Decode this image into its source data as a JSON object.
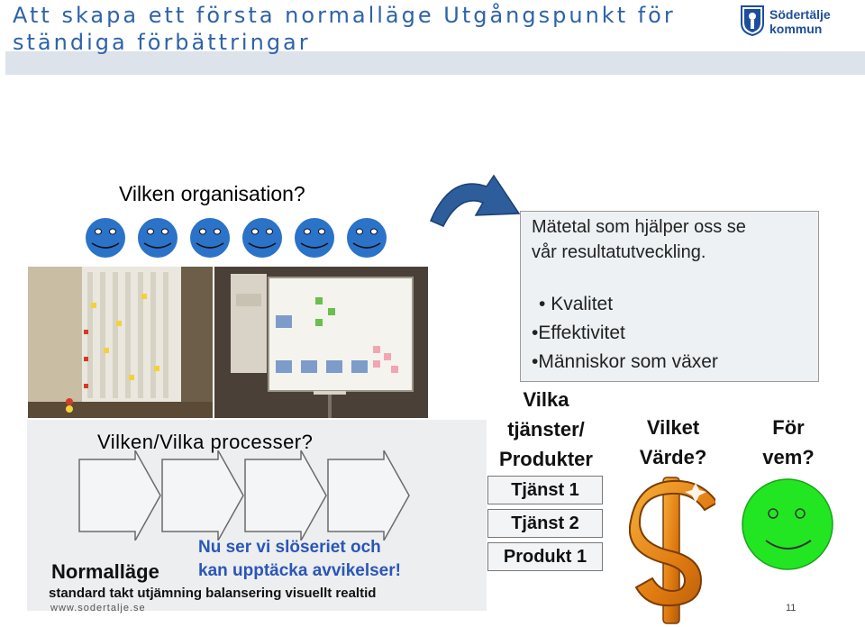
{
  "header": {
    "title": "Att skapa ett första normalläge  Utgångspunkt för ständiga förbättringar",
    "logo_line1": "Södertälje",
    "logo_line2": "kommun"
  },
  "left": {
    "organisation_question": "Vilken organisation?",
    "process_question": "Vilken/Vilka processer?",
    "waste_line1": "Nu ser vi slöseriet och",
    "waste_line2": "kan upptäcka avvikelser!",
    "normal_label": "Normalläge",
    "standard_text": "standard takt utjämning balansering visuellt realtid"
  },
  "metrics": {
    "intro_line1": "Mätetal som hjälper oss se",
    "intro_line2": "vår resultatutveckling.",
    "items": [
      "Kvalitet",
      "Effektivitet",
      "Människor som växer"
    ]
  },
  "columns": {
    "services_line1": "Vilka",
    "services_line2": "tjänster/",
    "services_line3": "Produkter",
    "value_line1": "Vilket",
    "value_line2": "Värde?",
    "who_line1": "För",
    "who_line2": "vem?"
  },
  "services": [
    "Tjänst 1",
    "Tjänst 2",
    "Produkt 1"
  ],
  "footer": {
    "website": "www.sodertalje.se",
    "page_number": "11"
  },
  "colors": {
    "title": "#2e63a8",
    "accent_text": "#2a56b6",
    "smiley": "#22e622",
    "dollar": "#e07a10",
    "face": "#2b72c9"
  }
}
